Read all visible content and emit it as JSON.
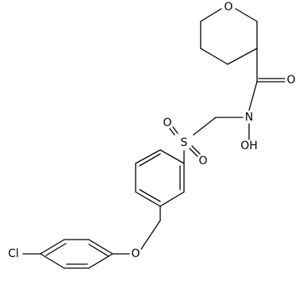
{
  "atoms": {
    "O_pyran": "O",
    "O_carbonyl": "O",
    "N": "N",
    "OH": "OH",
    "S": "S",
    "O_sulfonyl_upper": "O",
    "O_sulfonyl_lower": "O",
    "O_ether": "O",
    "Cl": "Cl"
  },
  "colors": {
    "bond": "#000000",
    "label": "#000000",
    "background": "#ffffff"
  }
}
